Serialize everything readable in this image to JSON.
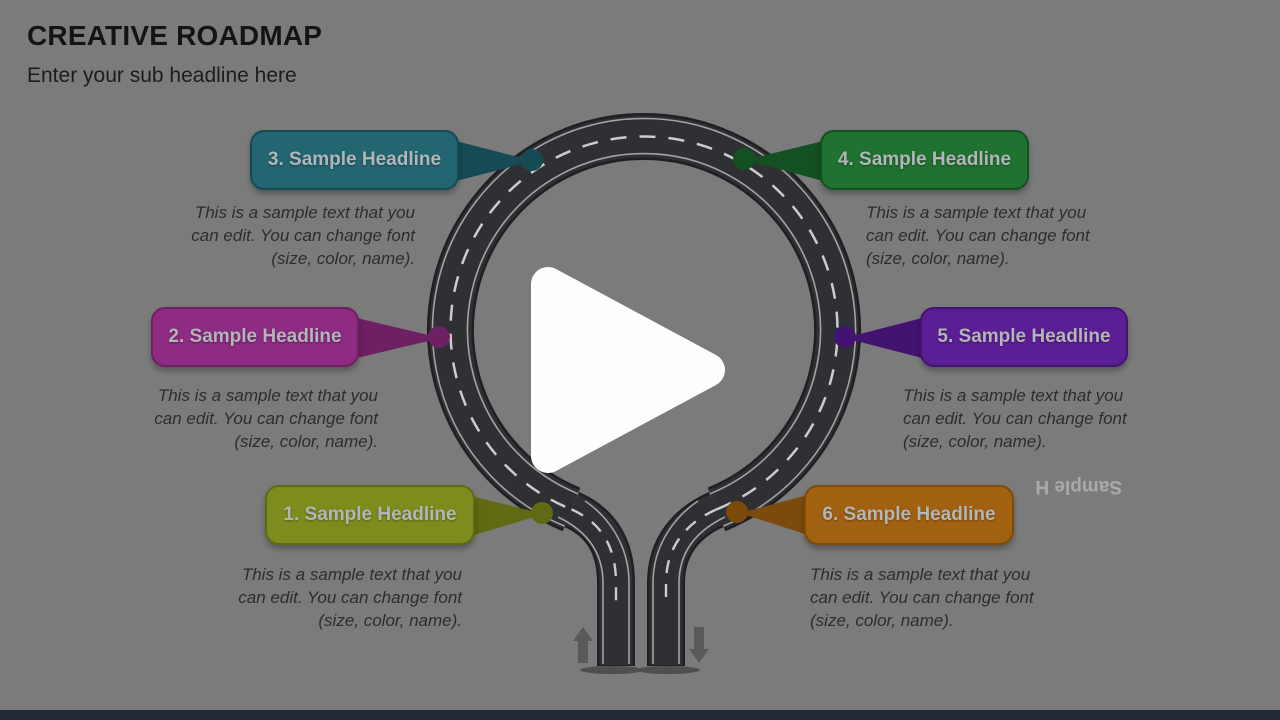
{
  "slide": {
    "title": "CREATIVE ROADMAP",
    "subtitle": "Enter your sub headline here",
    "background_color": "#7b7b7b",
    "footer_bar_color": "#232a35",
    "ghost_text": "Sample H"
  },
  "video_overlay": {
    "play_icon": "play-triangle-icon",
    "play_color": "#fefefe"
  },
  "road": {
    "asphalt_color": "#2f3033",
    "outline_color": "#1f2023",
    "edge_line_color": "#a2a3a5",
    "dash_color": "#cbccce",
    "arrow_color": "#58595b",
    "shadow_color": "#1a1b1d"
  },
  "roadmap": {
    "headline_text_color": "#b2b6b8",
    "body_text_color": "#2d2d2d",
    "items": [
      {
        "label": "1. Sample Headline",
        "color": "#7e8c1e",
        "accent": "#616912",
        "body": "This is a sample text that you\ncan edit. You can change font\n(size, color, name)."
      },
      {
        "label": "2. Sample Headline",
        "color": "#8e2b82",
        "accent": "#6d2062",
        "body": "This is a sample text that you\ncan edit. You can change font\n(size, color, name)."
      },
      {
        "label": "3. Sample Headline",
        "color": "#236671",
        "accent": "#164b55",
        "body": "This is a sample text that you\ncan edit. You can change font\n(size, color, name)."
      },
      {
        "label": "4. Sample Headline",
        "color": "#207231",
        "accent": "#135022",
        "body": "This is a sample text that you\ncan edit. You can change font\n(size, color, name)."
      },
      {
        "label": "5. Sample Headline",
        "color": "#5c1e95",
        "accent": "#431371",
        "body": "This is a sample text that you\ncan edit. You can change font\n(size, color, name)."
      },
      {
        "label": "6. Sample Headline",
        "color": "#a26110",
        "accent": "#7c4a0b",
        "body": "This is a sample text that you\ncan edit. You can change font\n(size, color, name)."
      }
    ]
  }
}
